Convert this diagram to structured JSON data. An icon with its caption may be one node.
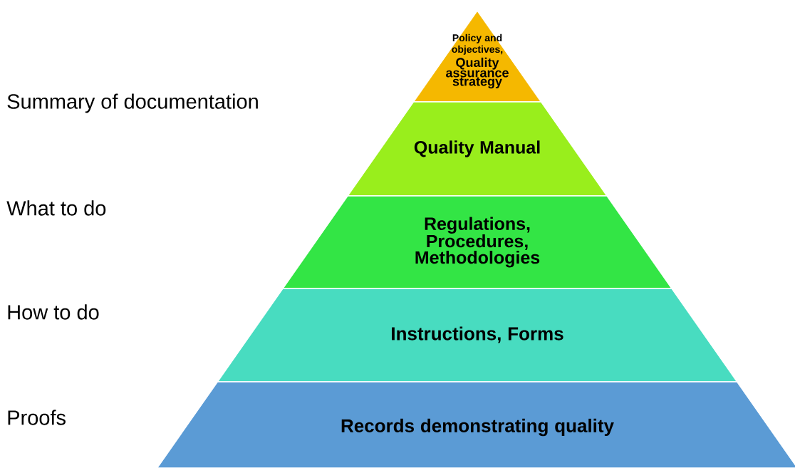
{
  "diagram": {
    "nodes": [
      {
        "text": [
          "Policy and objectives,",
          "Quality assurance strategy"
        ]
      },
      {
        "text": [
          "Quality Manual"
        ]
      },
      {
        "text": [
          "Regulations, Procedures, Methodologies"
        ]
      },
      {
        "text": [
          "Instructions, Forms"
        ]
      },
      {
        "text": [
          "Records demonstrating quality"
        ]
      }
    ],
    "labels": [
      "Summary of documentation",
      "What to do",
      "How to do",
      "Proofs"
    ]
  }
}
